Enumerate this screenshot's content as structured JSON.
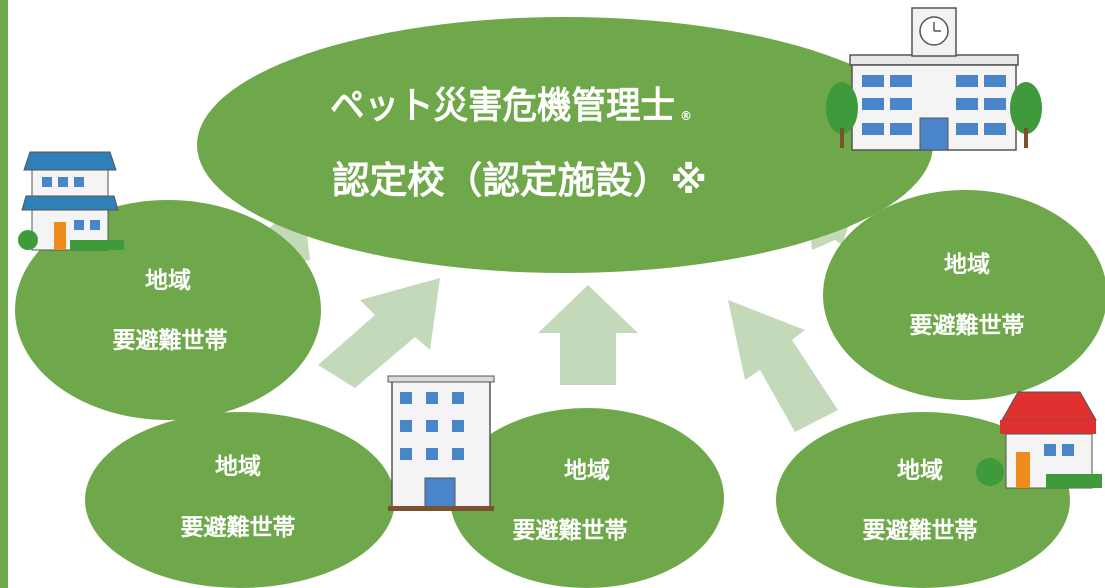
{
  "colors": {
    "ellipse_fill": "#6fa84a",
    "arrow_fill": "#c4d9b9",
    "text": "#ffffff"
  },
  "center": {
    "title_line1": "ペット災害危機管理士",
    "registered_mark": "®",
    "title_line2": "認定校（認定施設）※",
    "icon": "school-building-icon"
  },
  "households": [
    {
      "line1": "地域",
      "line2": "要避難世帯",
      "icon": "two-story-house-icon"
    },
    {
      "line1": "地域",
      "line2": "要避難世帯"
    },
    {
      "line1": "地域",
      "line2": "要避難世帯",
      "icon": "apartment-building-icon"
    },
    {
      "line1": "地域",
      "line2": "要避難世帯"
    },
    {
      "line1": "地域",
      "line2": "要避難世帯",
      "icon": "red-roof-house-icon"
    }
  ]
}
